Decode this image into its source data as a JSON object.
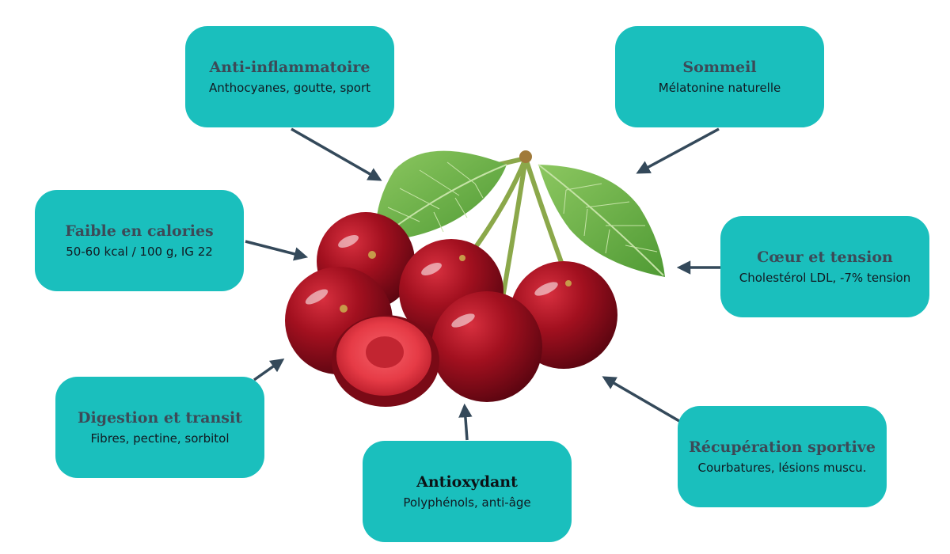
{
  "center_image": {
    "icon": "cherries-illustration"
  },
  "benefits": [
    {
      "id": "anti-inflammatoire",
      "title": "Anti-inflammatoire",
      "subtitle": "Anthocyanes, goutte, sport"
    },
    {
      "id": "sommeil",
      "title": "Sommeil",
      "subtitle": "Mélatonine naturelle"
    },
    {
      "id": "faible-calories",
      "title": "Faible en calories",
      "subtitle": "50-60 kcal / 100 g, IG 22"
    },
    {
      "id": "coeur-tension",
      "title": "Cœur et tension",
      "subtitle": "Cholestérol LDL, -7% tension"
    },
    {
      "id": "digestion",
      "title": "Digestion et transit",
      "subtitle": "Fibres, pectine, sorbitol"
    },
    {
      "id": "recuperation",
      "title": "Récupération sportive",
      "subtitle": "Courbatures, lésions muscu."
    },
    {
      "id": "antioxydant",
      "title": "Antioxydant",
      "subtitle": "Polyphénols, anti-âge"
    }
  ],
  "colors": {
    "card": "#1abfbd",
    "title": "#3c4a57",
    "arrow": "#34495a",
    "cherry": "#9b0f1f",
    "leaf": "#6fb04a"
  }
}
